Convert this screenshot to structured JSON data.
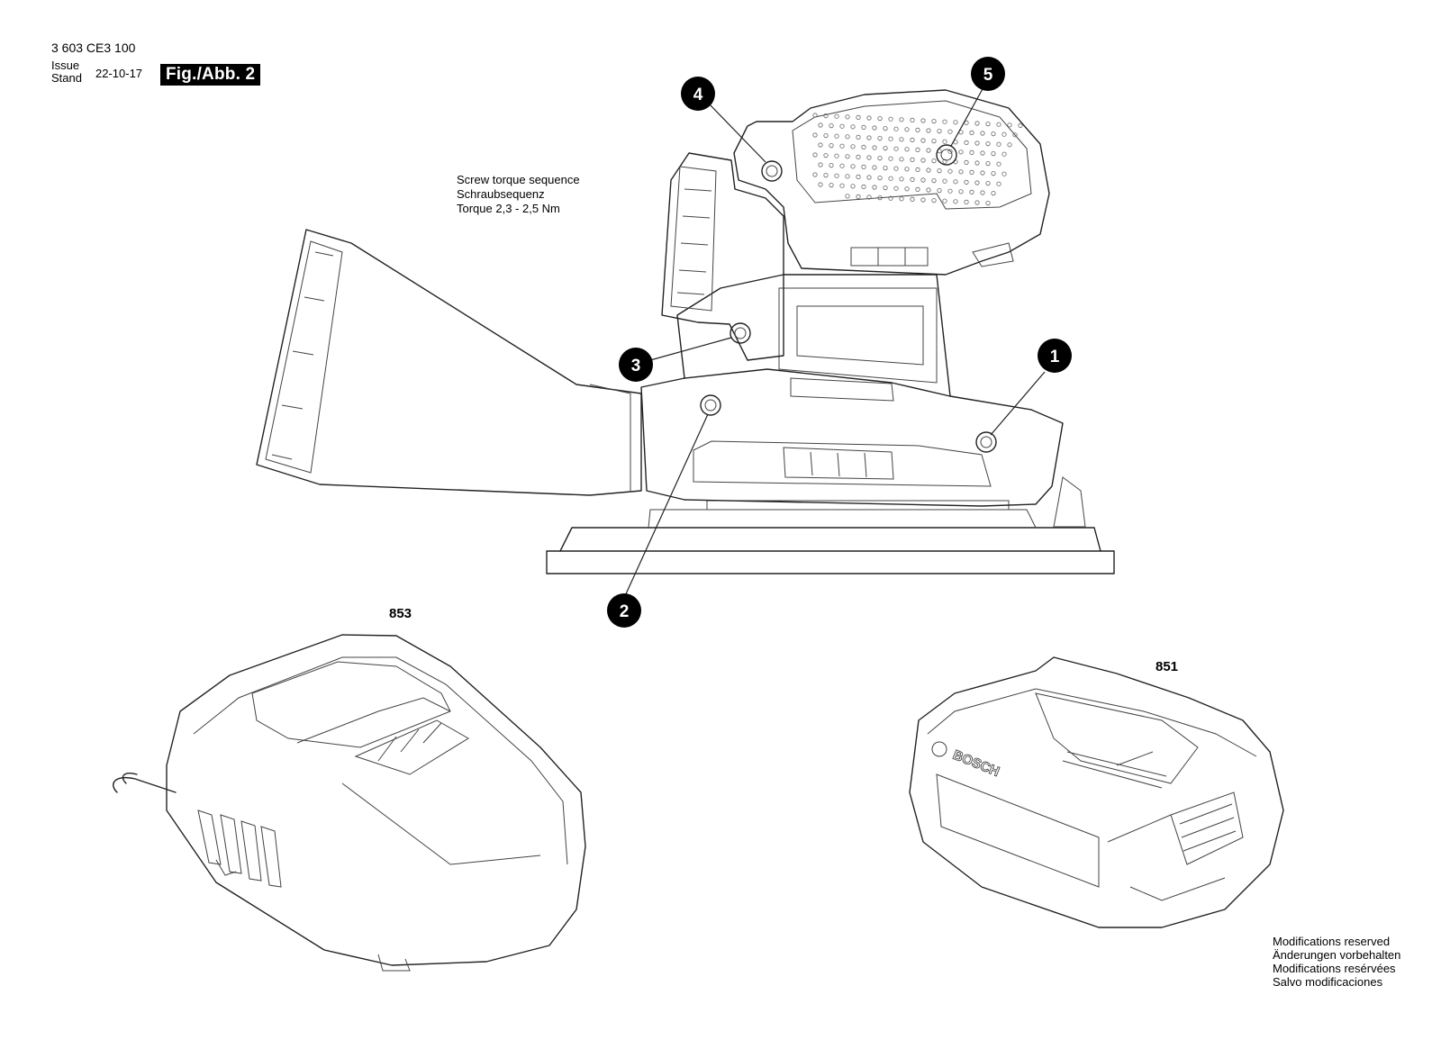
{
  "header": {
    "part_number": "3 603 CE3 100",
    "issue_label": "Issue",
    "stand_label": "Stand",
    "issue_date": "22-10-17",
    "figure_label": "Fig./Abb. 2"
  },
  "torque_note": {
    "line1": "Screw torque sequence",
    "line2": "Schraubsequenz",
    "line3": "Torque 2,3 - 2,5 Nm"
  },
  "callouts": [
    "1",
    "2",
    "3",
    "4",
    "5"
  ],
  "parts": {
    "charger": "853",
    "battery": "851",
    "battery_brand": "BOSCH"
  },
  "modifications": {
    "en": "Modifications reserved",
    "de": "Änderungen vorbehalten",
    "fr": "Modifications resérvées",
    "es": "Salvo modificaciones"
  }
}
